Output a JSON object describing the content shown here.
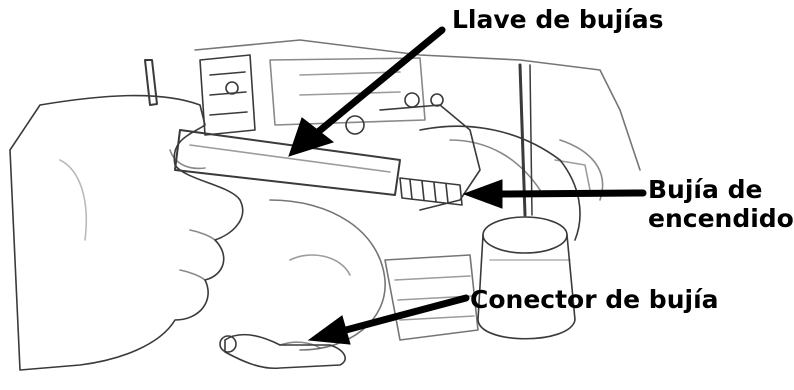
{
  "labels": {
    "wrench": "Llave de bujías",
    "spark_plug_line1": "Bujía de",
    "spark_plug_line2": "encendido",
    "connector": "Conector de bujía"
  },
  "colors": {
    "ink": "#000000",
    "background": "#ffffff"
  }
}
